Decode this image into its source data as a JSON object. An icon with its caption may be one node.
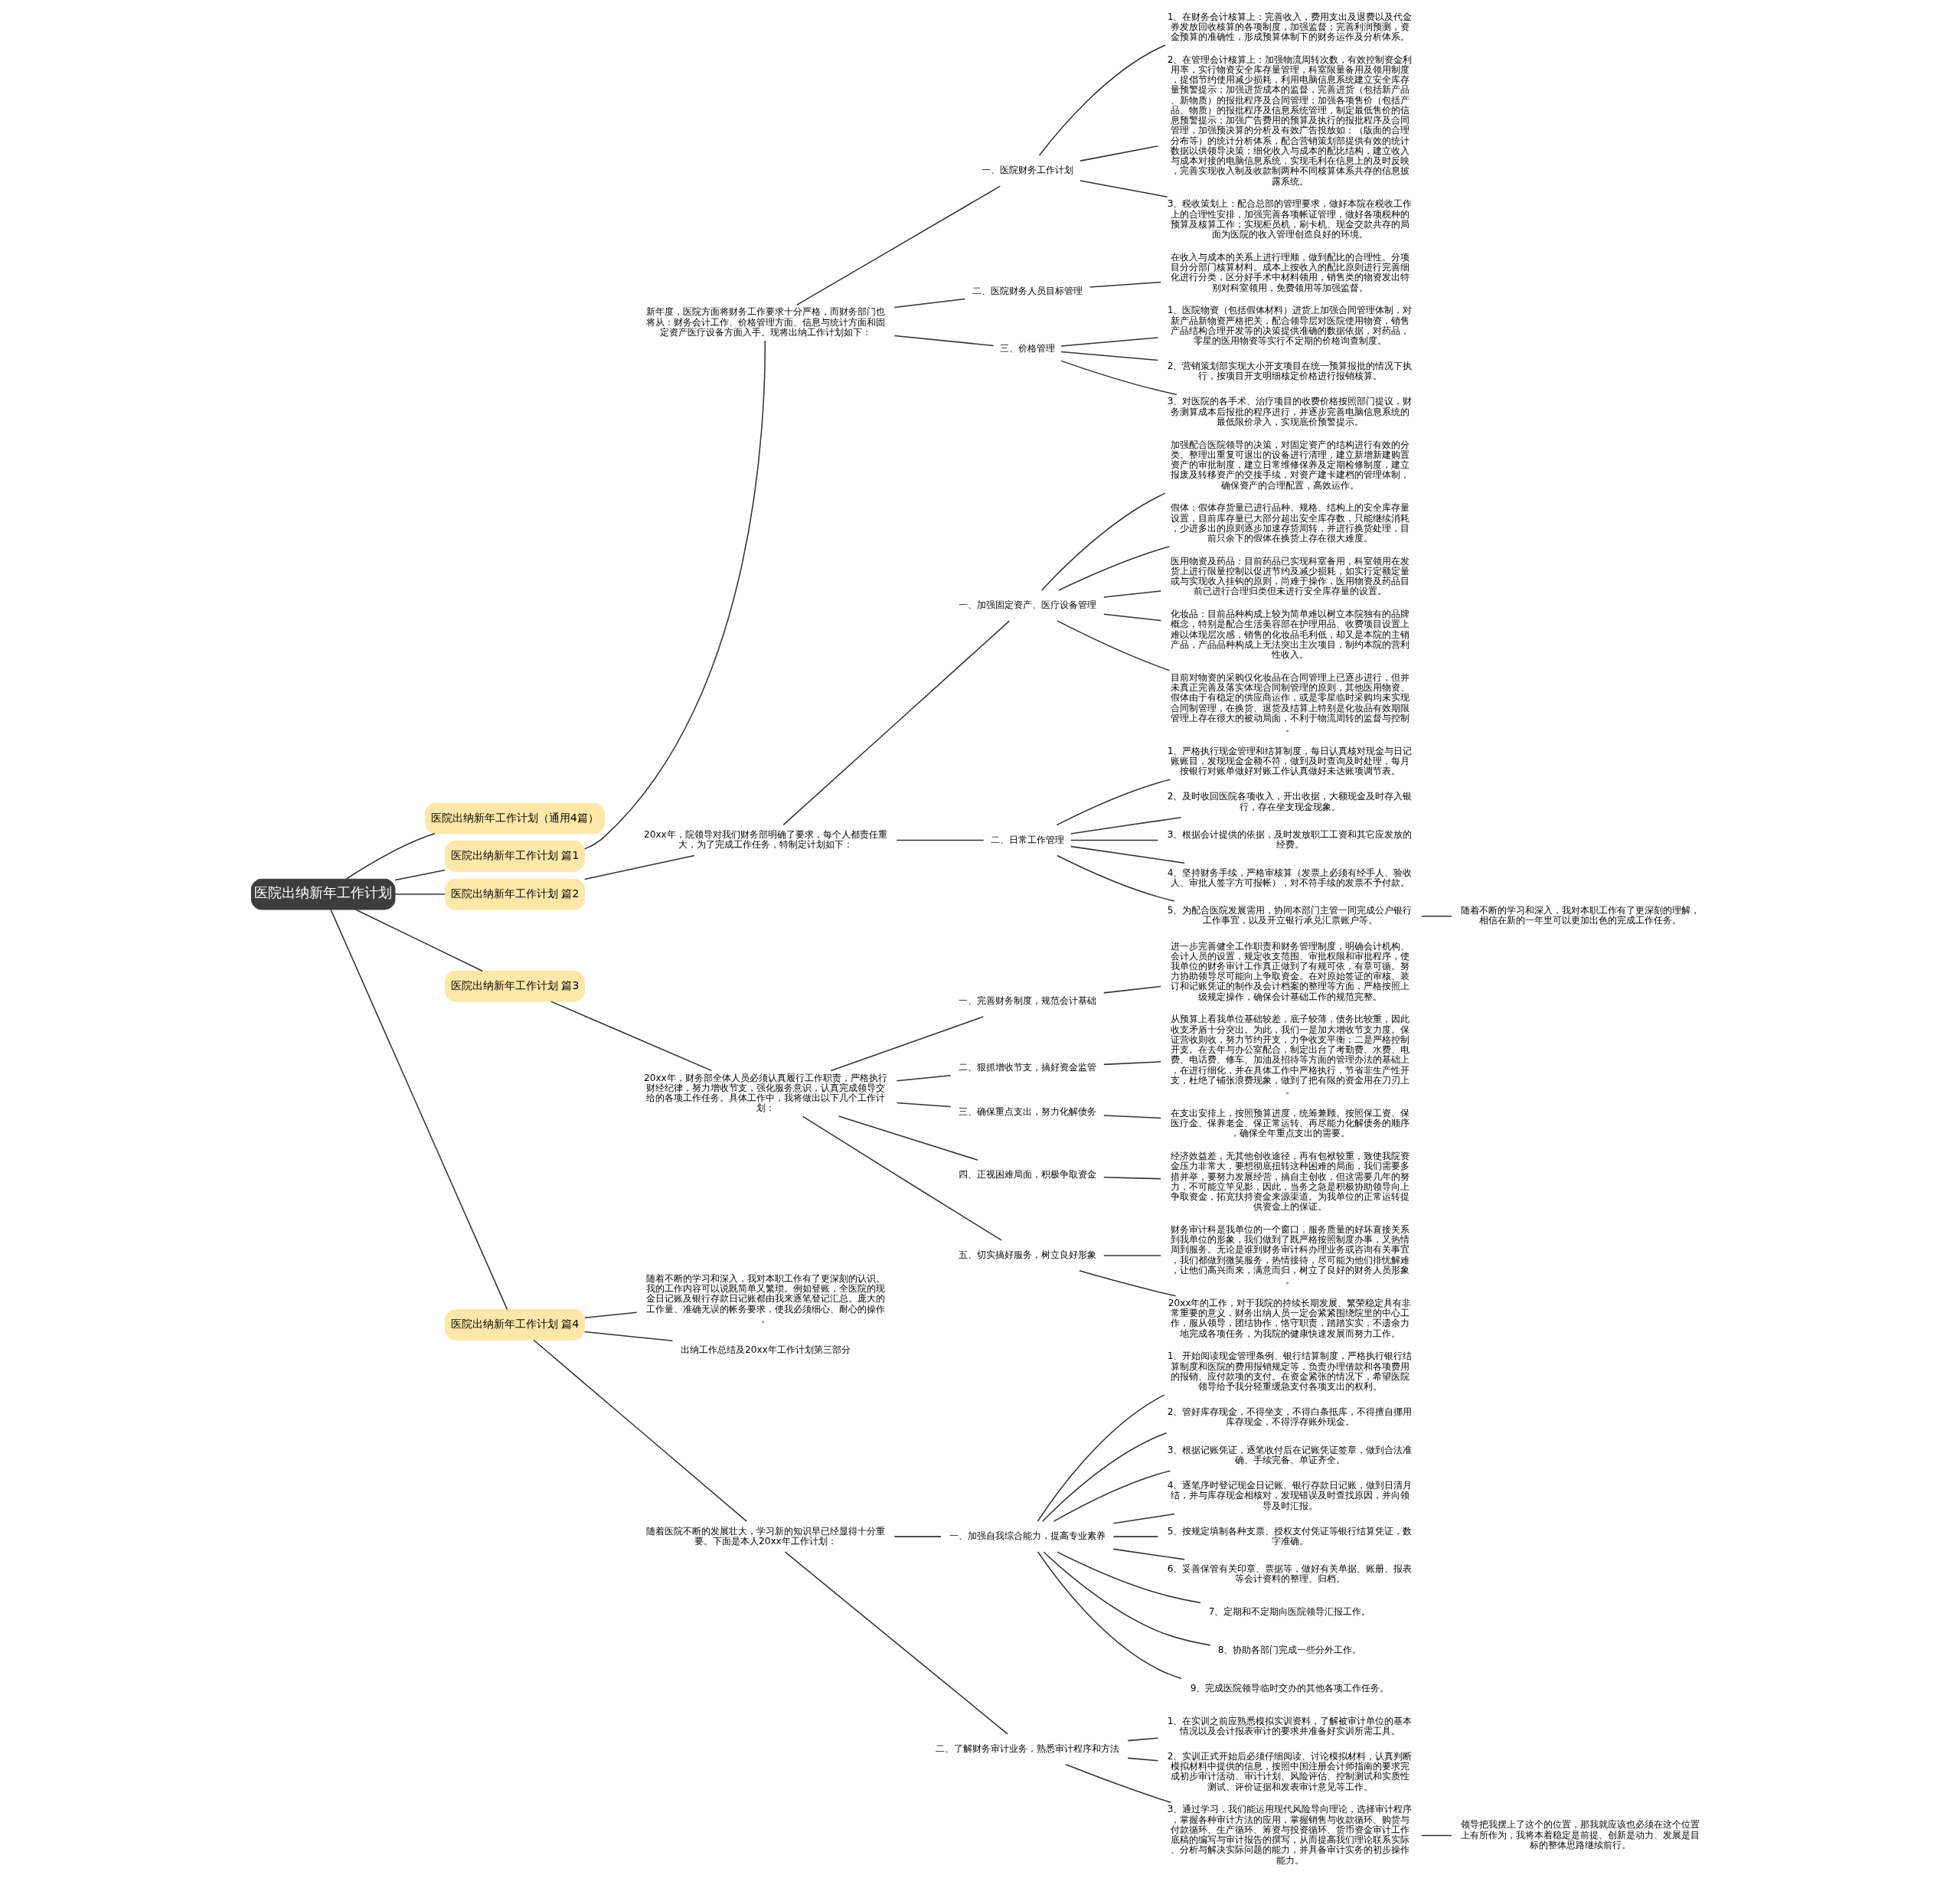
{
  "diagram": {
    "nodes": [
      {
        "text": [
          "医院出纳新年工作计划"
        ]
      },
      {
        "text": [
          "医院出纳新年工作计划（通用4篇）"
        ]
      },
      {
        "text": [
          "医院出纳新年工作计划 篇1"
        ]
      },
      {
        "text": [
          "新年度，医院方面将财务工作要求十分严格，而财务部门也将从：财务会计工作、价格管理方面、信息与统计方面和固定资产医疗设备方面入手。现将出纳工作计划如下："
        ]
      },
      {
        "text": [
          "一、医院财务工作计划"
        ]
      },
      {
        "text": [
          "1、在财务会计核算上：完善收入，费用支出及退费以及代金券发放回收核算的各项制度，加强监督；完善利润预测，资金预算的准确性，形成预算体制下的财务运作及分析体系。"
        ]
      },
      {
        "text": [
          "2、在管理会计核算上：加强物流周转次数，有效控制资金利用率，实行物资安全库存量管理，科室限量备用及领用制度，提倡节约使用减少损耗，利用电脑信息系统建立安全库存量预警提示；加强进货成本的监督，完善进货（包括新产品、新物质）的报批程序及合同管理；加强各项售价（包括产品、物质）的报批程序及信息系统管理，制定最低售价的信息预警提示；加强广告费用的预算及执行的报批程序及合同管理，加强预决算的分析及有效广告投放如：（版面的合理分布等）的统计分析体系，配合营销策划部提供有效的统计数据以供领导决策；细化收入与成本的配比结构，建立收入与成本对接的电脑信息系统，实现毛利在信息上的及时反映，完善实现收入制及收款制两种不同核算体系共存的信息披露系统。"
        ]
      },
      {
        "text": [
          "3、税收策划上：配合总部的管理要求，做好本院在税收工作上的合理性安排，加强完善各项帐证管理，做好各项税种的预算及核算工作；实现柜员机，刷卡机、现金交款共存的局面为医院的收入管理创造良好的环境。"
        ]
      },
      {
        "text": [
          "二、医院财务人员目标管理"
        ]
      },
      {
        "text": [
          "在收入与成本的关系上进行理顺，做到配比的合理性。分项目分分部门核算材料。成本上按收入的配比原则进行完善细化进行分类，区分好手术中材料领用，销售类的物资发出特别对科室领用，免费领用等加强监督。"
        ]
      },
      {
        "text": [
          "三、价格管理"
        ]
      },
      {
        "text": [
          "1、医院物资（包括假体材料）进货上加强合同管理体制，对新产品新物资严格把关，配合领导层对医院使用物资，销售产品结构合理开发等的决策提供准确的数据依据，对药品，零星的医用物资等实行不定期的价格询查制度。"
        ]
      },
      {
        "text": [
          "2、营销策划部实现大小开支项目在统一预算报批的情况下执行，按项目开支明细核定价格进行报销核算。"
        ]
      },
      {
        "text": [
          "3、对医院的各手术、治疗项目的收费价格按照部门提议，财务测算成本后报批的程序进行，并逐步完善电脑信息系统的最低限价录入，实现底价预警提示。"
        ]
      },
      {
        "text": [
          "医院出纳新年工作计划 篇2"
        ]
      },
      {
        "text": [
          "20xx年，院领导对我们财务部明确了要求，每个人都责任重大，为了完成工作任务，特制定计划如下："
        ]
      },
      {
        "text": [
          "一、加强固定资产、医疗设备管理"
        ]
      },
      {
        "text": [
          "加强配合医院领导的决策，对固定资产的结构进行有效的分类、整理出重复可退出的设备进行清理，建立新增新建购置资产的审批制度，建立日常维修保养及定期检修制度，建立报废及转移资产的交接手续，对资产建卡建档的管理体制，确保资产的合理配置，高效运作。"
        ]
      },
      {
        "text": [
          "假体：假体存货量已进行品种、规格、结构上的安全库存量设置，目前库存量已大部分超出安全库存数，只能继续消耗，少进多出的原则逐步加速存货周转，并进行换货处理，目前只余下的假体在换货上存在很大难度。"
        ]
      },
      {
        "text": [
          "医用物资及药品：目前药品已实现科室备用，科室领用在发货上进行限量控制以促进节约及减少损耗，如实行定额定量或与实现收入挂钩的原则，尚难于操作，医用物资及药品目前已进行合理归类但未进行安全库存量的设置。"
        ]
      },
      {
        "text": [
          "化妆品：目前品种构成上较为简单难以树立本院独有的品牌概念，特别是配合生活美容部在护理用品、收费项目设置上难以体现层次感，销售的化妆品毛利低，却又是本院的主销产品，产品品种构成上无法突出主次项目，制约本院的营利性收入。"
        ]
      },
      {
        "text": [
          "目前对物资的采购仅化妆品在合同管理上已逐步进行，但并未真正完善及落实体现合同制管理的原则，其他医用物资、假体由于有稳定的供应商运作，或是零星临时采购均未实现合同制管理，在换货、退货及结算上特别是化妆品有效期限管理上存在很大的被动局面，不利于物流周转的监督与控制。"
        ]
      },
      {
        "text": [
          "二、日常工作管理"
        ]
      },
      {
        "text": [
          "1、严格执行现金管理和结算制度，每日认真核对现金与日记账账目，发现现金金额不符，做到及时查询及时处理，每月按银行对账单做好对账工作认真做好未达账项调节表。"
        ]
      },
      {
        "text": [
          "2、及时收回医院各项收入，开出收据，大额现金及时存入银行，存在坐支现金现象。"
        ]
      },
      {
        "text": [
          "3、根据会计提供的依据，及时发放职工工资和其它应发放的经费。"
        ]
      },
      {
        "text": [
          "4、坚持财务手续，严格审核算（发票上必须有经手人、验收人、审批人签字方可报帐），对不符手续的发票不予付款。"
        ]
      },
      {
        "text": [
          "5、为配合医院发展需用，协同本部门主管一同完成公户银行工作事宜，以及开立银行承兑汇票账户等。"
        ]
      },
      {
        "text": [
          "随着不断的学习和深入，我对本职工作有了更深刻的理解，相信在新的一年里可以更加出色的完成工作任务。"
        ]
      },
      {
        "text": [
          "医院出纳新年工作计划 篇3"
        ]
      },
      {
        "text": [
          "20xx年，财务部全体人员必须认真履行工作职责，严格执行财经纪律，努力增收节支，强化服务意识，认真完成领导交给的各项工作任务。具体工作中，我将做出以下几个工作计划："
        ]
      },
      {
        "text": [
          "一、完善财务制度，规范会计基础"
        ]
      },
      {
        "text": [
          "进一步完善健全工作职责和财务管理制度，明确会计机构、会计人员的设置，规定收支范围、审批权限和审批程序，使我单位的财务审计工作真正做到了有规可依，有章可循。努力协助领导尽可能向上争取资金。在对原始签证的审核、装订和记账凭证的制作及会计档案的整理等方面，严格按照上级规定操作，确保会计基础工作的规范完整。"
        ]
      },
      {
        "text": [
          "二、狠抓增收节支，搞好资金监管"
        ]
      },
      {
        "text": [
          "从预算上看我单位基础较差，底子较薄，债务比较重，因此收支矛盾十分突出。为此，我们一是加大增收节支力度。保证营收则收，努力节约开支，力争收支平衡；二是严格控制开支。在去年与办公室配合，制定出台了考勤费、水费、电费、电话费、修车、加油及招待等方面的管理办法的基础上，在进行细化，并在具体工作中严格执行，节省非生产性开支，杜绝了铺张浪费现象，做到了把有限的资金用在刀刃上。"
        ]
      },
      {
        "text": [
          "三、确保重点支出，努力化解债务"
        ]
      },
      {
        "text": [
          "在支出安排上，按照预算进度，统筹兼顾。按照保工资、保医疗金、保养老金、保正常运转、再尽能力化解债务的顺序，确保全年重点支出的需要。"
        ]
      },
      {
        "text": [
          "四、正视困难局面，积极争取资金"
        ]
      },
      {
        "text": [
          "经济效益差，无其他创收途径，再有包袱较重，致使我院资金压力非常大，要想彻底扭转这种困难的局面，我们需要多措并举，要努力发展经营，搞自主创收，但这需要几年的努力，不可能立竿见影，因此，当务之急是积极协助领导向上争取资金，拓宽扶持资金来源渠道。为我单位的正常运转提供资金上的保证。"
        ]
      },
      {
        "text": [
          "五、切实搞好服务，树立良好形象"
        ]
      },
      {
        "text": [
          "财务审计科是我单位的一个窗口，服务质量的好坏直接关系到我单位的形象，我们做到了既严格按照制度办事，又热情周到服务。无论是谁到财务审计科办理业务或咨询有关事宜，我们都做到微笑服务，热情接待，尽可能为他们排忧解难，让他们高兴而来，满意而归，树立了良好的财务人员形象。"
        ]
      },
      {
        "text": [
          "20xx年的工作，对于我院的持续长期发展、繁荣稳定具有非常重要的意义，财务出纳人员一定会紧紧围绕院里的中心工作，服从领导，团结协作，恪守职责，踏踏实实，不遗余力地完成各项任务，为我院的健康快速发展而努力工作。"
        ]
      },
      {
        "text": [
          "医院出纳新年工作计划 篇4"
        ]
      },
      {
        "text": [
          "随着不断的学习和深入，我对本职工作有了更深刻的认识。我的工作内容可以说既简单又繁琐。例如登账，全医院的现金日记账及银行存款日记账都由我来逐笔登记汇总。庞大的工作量、准确无误的帐务要求，使我必须细心、耐心的操作。"
        ]
      },
      {
        "text": [
          "出纳工作总结及20xx年工作计划第三部分"
        ]
      },
      {
        "text": [
          "随着医院不断的发展壮大，学习新的知识早已经显得十分重要。下面是本人20xx年工作计划："
        ]
      },
      {
        "text": [
          "一、加强自我综合能力，提高专业素养"
        ]
      },
      {
        "text": [
          "1、开始阅读现金管理条例、银行结算制度，严格执行银行结算制度和医院的费用报销规定等，负责办理借款和各项费用的报销、应付款项的支付。在资金紧张的情况下，希望医院领导给予我分轻重缓急支付各项支出的权利。"
        ]
      },
      {
        "text": [
          "2、管好库存现金，不得坐支，不得白条抵库，不得擅自挪用库存现金，不得浮存账外现金。"
        ]
      },
      {
        "text": [
          "3、根据记账凭证，逐笔收付后在记账凭证签章，做到合法准确、手续完备、单证齐全。"
        ]
      },
      {
        "text": [
          "4、逐笔序时登记现金日记账、银行存款日记账，做到日清月结，并与库存现金相核对，发现错误及时查找原因，并向领导及时汇报。"
        ]
      },
      {
        "text": [
          "5、按规定填制各种支票、授权支付凭证等银行结算凭证，数字准确。"
        ]
      },
      {
        "text": [
          "6、妥善保管有关印章、票据等，做好有关单据、账册、报表等会计资料的整理、归档。"
        ]
      },
      {
        "text": [
          "7、定期和不定期向医院领导汇报工作。"
        ]
      },
      {
        "text": [
          "8、协助各部门完成一些分外工作。"
        ]
      },
      {
        "text": [
          "9、完成医院领导临时交办的其他各项工作任务。"
        ]
      },
      {
        "text": [
          "二、了解财务审计业务，熟悉审计程序和方法"
        ]
      },
      {
        "text": [
          "1、在实训之前应熟悉模拟实训资料，了解被审计单位的基本情况以及会计报表审计的要求并准备好实训所需工具。"
        ]
      },
      {
        "text": [
          "2、实训正式开始后必须仔细阅读、讨论模拟材料，认真判断模拟材料中提供的信息，按照中国注册会计师指南的要求完成初步审计活动、审计计划、风险评估、控制测试和实质性测试、评价证据和发表审计意见等工作。"
        ]
      },
      {
        "text": [
          "3、通过学习，我们能运用现代风险导向理论，选择审计程序，掌握各种审计方法的应用，掌握销售与收款循环、购货与付款循环、生产循环、筹资与投资循环、货币资金审计工作底稿的编写与审计报告的撰写，从而提高我们理论联系实际、分析与解决实际问题的能力，并具备审计实务的初步操作能力。"
        ]
      },
      {
        "text": [
          "领导把我摆上了这个的位置，那我就应该也必须在这个位置上有所作为，我将本着稳定是前提、创新是动力、发展是目标的整体思路继续前行。"
        ]
      }
    ],
    "edges": [
      {
        "from": 0,
        "to": 1,
        "arrow": "none"
      },
      {
        "from": 0,
        "to": 2,
        "arrow": "none"
      },
      {
        "from": 2,
        "to": 3,
        "arrow": "none"
      },
      {
        "from": 3,
        "to": 4,
        "arrow": "none"
      },
      {
        "from": 4,
        "to": 5,
        "arrow": "none"
      },
      {
        "from": 4,
        "to": 6,
        "arrow": "none"
      },
      {
        "from": 4,
        "to": 7,
        "arrow": "none"
      },
      {
        "from": 3,
        "to": 8,
        "arrow": "none"
      },
      {
        "from": 8,
        "to": 9,
        "arrow": "none"
      },
      {
        "from": 3,
        "to": 10,
        "arrow": "none"
      },
      {
        "from": 10,
        "to": 11,
        "arrow": "none"
      },
      {
        "from": 10,
        "to": 12,
        "arrow": "none"
      },
      {
        "from": 10,
        "to": 13,
        "arrow": "none"
      },
      {
        "from": 0,
        "to": 14,
        "arrow": "none"
      },
      {
        "from": 14,
        "to": 15,
        "arrow": "none"
      },
      {
        "from": 15,
        "to": 16,
        "arrow": "none"
      },
      {
        "from": 16,
        "to": 17,
        "arrow": "none"
      },
      {
        "from": 16,
        "to": 18,
        "arrow": "none"
      },
      {
        "from": 16,
        "to": 19,
        "arrow": "none"
      },
      {
        "from": 16,
        "to": 20,
        "arrow": "none"
      },
      {
        "from": 16,
        "to": 21,
        "arrow": "none"
      },
      {
        "from": 15,
        "to": 22,
        "arrow": "none"
      },
      {
        "from": 22,
        "to": 23,
        "arrow": "none"
      },
      {
        "from": 22,
        "to": 24,
        "arrow": "none"
      },
      {
        "from": 22,
        "to": 25,
        "arrow": "none"
      },
      {
        "from": 22,
        "to": 26,
        "arrow": "none"
      },
      {
        "from": 22,
        "to": 27,
        "arrow": "none"
      },
      {
        "from": 27,
        "to": 28,
        "arrow": "none"
      },
      {
        "from": 0,
        "to": 29,
        "arrow": "none"
      },
      {
        "from": 29,
        "to": 30,
        "arrow": "none"
      },
      {
        "from": 30,
        "to": 31,
        "arrow": "none"
      },
      {
        "from": 31,
        "to": 32,
        "arrow": "none"
      },
      {
        "from": 30,
        "to": 33,
        "arrow": "none"
      },
      {
        "from": 33,
        "to": 34,
        "arrow": "none"
      },
      {
        "from": 30,
        "to": 35,
        "arrow": "none"
      },
      {
        "from": 35,
        "to": 36,
        "arrow": "none"
      },
      {
        "from": 30,
        "to": 37,
        "arrow": "none"
      },
      {
        "from": 37,
        "to": 38,
        "arrow": "none"
      },
      {
        "from": 30,
        "to": 39,
        "arrow": "none"
      },
      {
        "from": 39,
        "to": 40,
        "arrow": "none"
      },
      {
        "from": 39,
        "to": 41,
        "arrow": "none"
      },
      {
        "from": 0,
        "to": 42,
        "arrow": "none"
      },
      {
        "from": 42,
        "to": 43,
        "arrow": "none"
      },
      {
        "from": 42,
        "to": 44,
        "arrow": "none"
      },
      {
        "from": 42,
        "to": 45,
        "arrow": "none"
      },
      {
        "from": 45,
        "to": 46,
        "arrow": "none"
      },
      {
        "from": 46,
        "to": 47,
        "arrow": "none"
      },
      {
        "from": 46,
        "to": 48,
        "arrow": "none"
      },
      {
        "from": 46,
        "to": 49,
        "arrow": "none"
      },
      {
        "from": 46,
        "to": 50,
        "arrow": "none"
      },
      {
        "from": 46,
        "to": 51,
        "arrow": "none"
      },
      {
        "from": 46,
        "to": 52,
        "arrow": "none"
      },
      {
        "from": 46,
        "to": 53,
        "arrow": "none"
      },
      {
        "from": 46,
        "to": 54,
        "arrow": "none"
      },
      {
        "from": 46,
        "to": 55,
        "arrow": "none"
      },
      {
        "from": 45,
        "to": 56,
        "arrow": "none"
      },
      {
        "from": 56,
        "to": 57,
        "arrow": "none"
      },
      {
        "from": 56,
        "to": 58,
        "arrow": "none"
      },
      {
        "from": 56,
        "to": 59,
        "arrow": "none"
      },
      {
        "from": 59,
        "to": 60,
        "arrow": "none"
      }
    ]
  }
}
